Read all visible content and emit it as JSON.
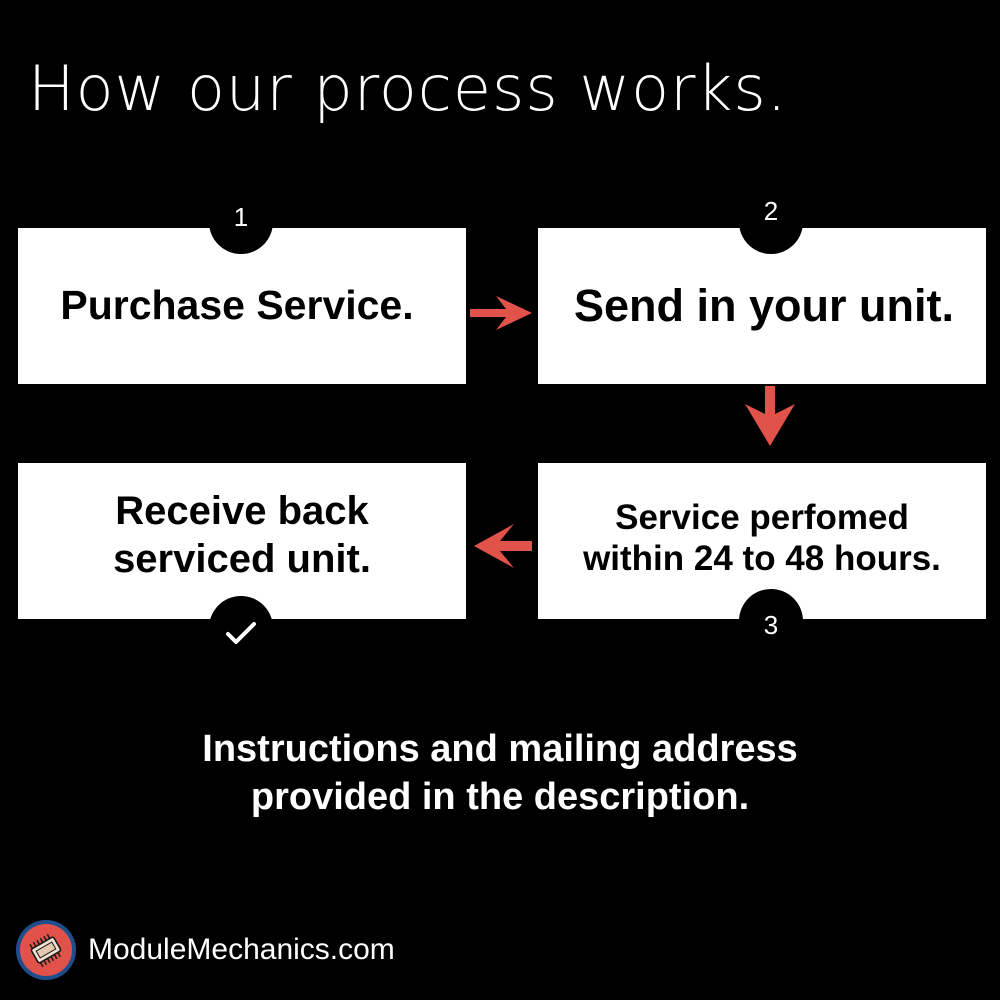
{
  "title": "How our process works.",
  "steps": [
    {
      "badge": "1",
      "text": "Purchase Service."
    },
    {
      "badge": "2",
      "text": "Send in your unit."
    },
    {
      "badge": "3",
      "text_line1": "Service perfomed",
      "text_line2": "within 24 to 48 hours."
    },
    {
      "badge_icon": "checkmark-icon",
      "text_line1": "Receive back",
      "text_line2": "serviced unit."
    }
  ],
  "note": {
    "line1": "Instructions and mailing address",
    "line2": "provided in the description."
  },
  "brand": {
    "name": "ModuleMechanics.com",
    "logo_icon": "circuit-chip-logo-icon"
  },
  "colors": {
    "background": "#000000",
    "box": "#ffffff",
    "arrow": "#e0524a",
    "logo_ring": "#1f4e8c",
    "logo_fill": "#e0524a"
  }
}
